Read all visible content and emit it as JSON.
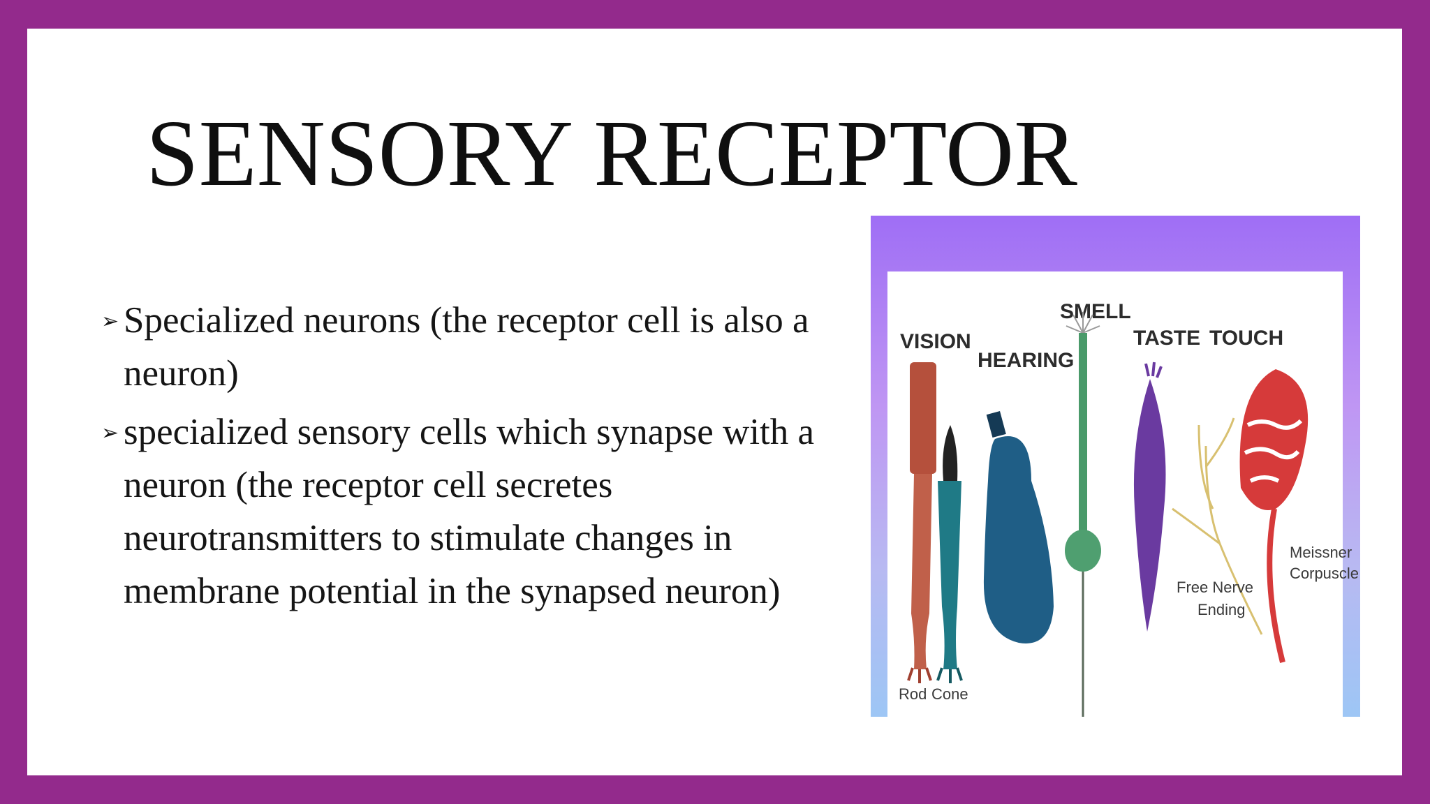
{
  "slide": {
    "title": "SENSORY RECEPTOR",
    "bullets": [
      {
        "marker": "➢",
        "text": "Specialized neurons (the receptor cell is also a neuron)"
      },
      {
        "marker": "➢",
        "text": "specialized sensory cells which synapse with a neuron (the receptor cell secretes neurotransmitters to stimulate changes in membrane potential in the synapsed neuron)"
      }
    ]
  },
  "figure": {
    "labels": {
      "vision": "VISION",
      "hearing": "HEARING",
      "smell": "SMELL",
      "taste": "TASTE",
      "touch": "TOUCH",
      "rod": "Rod",
      "cone": "Cone",
      "free_nerve_1": "Free Nerve",
      "free_nerve_2": "Ending",
      "meissner_1": "Meissner",
      "meissner_2": "Corpuscle"
    },
    "colors": {
      "frame_border": "#932a8c",
      "rod": "#b5503c",
      "cone": "#1f7a86",
      "hearing": "#1f5e86",
      "smell": "#4a9a6a",
      "taste": "#6a3aa0",
      "touch": "#d63a3a"
    }
  }
}
